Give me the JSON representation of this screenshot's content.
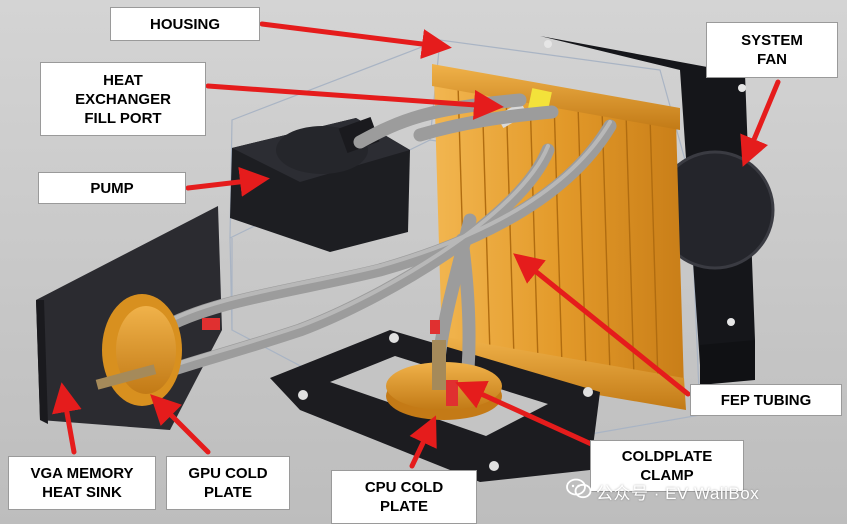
{
  "labels": {
    "housing": "HOUSING",
    "heat_exchanger_fill_port": "HEAT\nEXCHANGER\nFILL PORT",
    "pump": "PUMP",
    "system_fan": "SYSTEM\nFAN",
    "fep_tubing": "FEP TUBING",
    "coldplate_clamp": "COLDPLATE\nCLAMP",
    "vga_memory_heat_sink": "VGA MEMORY\nHEAT SINK",
    "gpu_cold_plate": "GPU COLD\nPLATE",
    "cpu_cold_plate": "CPU COLD\nPLATE"
  },
  "watermark": "公众号 · EV WallBox",
  "watermark_icon": "wechat-icon",
  "colors": {
    "background": "#c9c9c9",
    "arrow": "#e51c1c",
    "radiator": "#e6a53a",
    "tubing": "#9a9a9a",
    "housing_dark": "#1e1e22",
    "bracket": "#2a2a2e",
    "label_bg": "#ffffff"
  }
}
